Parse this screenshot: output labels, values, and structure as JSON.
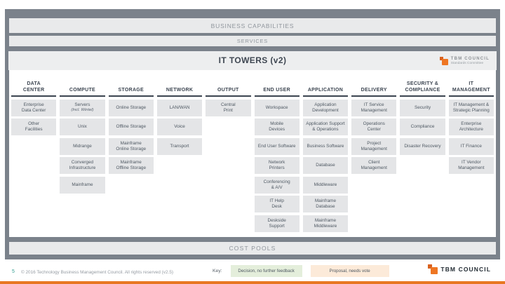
{
  "slide": {
    "top_bars": {
      "business_capabilities": "BUSINESS CAPABILITIES",
      "services": "SERVICES"
    },
    "title": "IT TOWERS (v2)",
    "cost_pools": "COST POOLS",
    "logo_top": {
      "name": "TBM COUNCIL",
      "subtitle": "Standards Committee"
    },
    "logo_bottom": {
      "name": "TBM COUNCIL"
    },
    "footer": {
      "page_number": "5",
      "copyright": "© 2016 Technology Business Management Council. All rights reserved (v2.5)"
    },
    "key": {
      "label": "Key:",
      "items": [
        {
          "label": "Decision, no further feedback",
          "color": "#e4eedb"
        },
        {
          "label": "Proposal, needs vote",
          "color": "#fcead9"
        }
      ]
    },
    "colors": {
      "frame_gray": "#7b828b",
      "light_bar": "#e9eaeb",
      "box_bg": "#e4e5e7",
      "header_text": "#3b4450",
      "tbm_orange": "#ee7623",
      "accent_strip_orange": "#e87722",
      "page_number_teal": "#2f9c8e",
      "key_green": "#e4eedb",
      "key_orange": "#fcead9"
    }
  },
  "towers": {
    "columns": [
      {
        "header": "DATA\nCENTER",
        "boxes": [
          "Enterprise\nData Center",
          "Other\nFacilities"
        ]
      },
      {
        "header": "COMPUTE",
        "boxes": [
          {
            "t": "Servers",
            "sub": "(Incl. Wintel)"
          },
          "Unix",
          "Midrange",
          "Converged\nInfrastructure",
          "Mainframe"
        ]
      },
      {
        "header": "STORAGE",
        "boxes": [
          "Online Storage",
          "Offline Storage",
          "Mainframe\nOnline Storage",
          "Mainframe\nOffline Storage"
        ]
      },
      {
        "header": "NETWORK",
        "boxes": [
          "LAN/WAN",
          "Voice",
          "Transport"
        ]
      },
      {
        "header": "OUTPUT",
        "boxes": [
          "Central\nPrint"
        ]
      },
      {
        "header": "END USER",
        "boxes": [
          "Workspace",
          "Mobile\nDevices",
          "End User Software",
          "Network\nPrinters",
          "Conferencing\n& A/V",
          "IT Help\nDesk",
          "Deskside\nSupport"
        ]
      },
      {
        "header": "APPLICATION",
        "boxes": [
          "Application\nDevelopment",
          "Application Support\n& Operations",
          "Business Software",
          "Database",
          "Middleware",
          "Mainframe\nDatabase",
          "Mainframe\nMiddleware"
        ]
      },
      {
        "header": "DELIVERY",
        "boxes": [
          "IT Service\nManagement",
          "Operations\nCenter",
          "Project\nManagement",
          "Client\nManagement"
        ]
      },
      {
        "header": "SECURITY &\nCOMPLIANCE",
        "boxes": [
          "Security",
          "Compliance",
          "Disaster Recovery"
        ]
      },
      {
        "header": "IT\nMANAGEMENT",
        "boxes": [
          "IT Management &\nStrategic Planning",
          "Enterprise\nArchitecture",
          "IT Finance",
          "IT Vendor\nManagement"
        ]
      }
    ]
  }
}
